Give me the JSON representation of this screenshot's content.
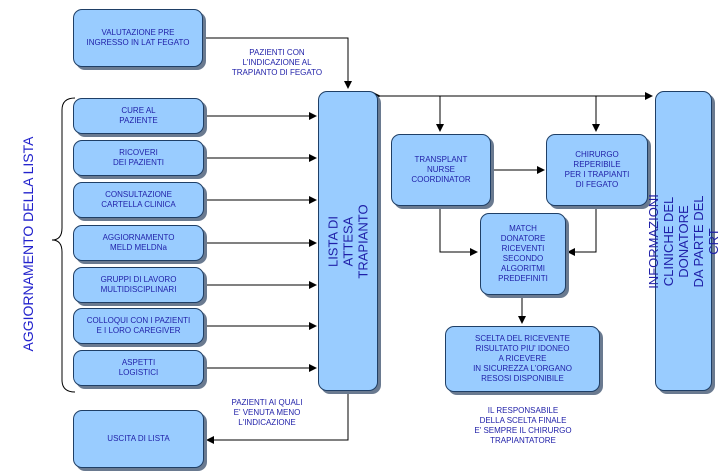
{
  "side_label": "AGGIORNAMENTO DELLA LISTA",
  "boxes": {
    "valutazione": "VALUTAZIONE  PRE\nINGRESSO IN LAT FEGATO",
    "cure": "CURE  AL\nPAZIENTE",
    "ricoveri": "RICOVERI\nDEI PAZIENTI",
    "consultazione": "CONSULTAZIONE\nCARTELLA CLINICA",
    "aggiornamento": "AGGIORNAMENTO\nMELD MELDNa",
    "gruppi": "GRUPPI DI LAVORO\nMULTIDISCIPLINARI",
    "colloqui": "COLLOQUI CON I PAZIENTI\nE I LORO CAREGIVER",
    "aspetti": "ASPETTI\nLOGISTICI",
    "uscita": "USCITA DI LISTA",
    "lista_attesa": "LISTA DI ATTESA TRAPIANTO",
    "transplant": "TRANSPLANT\nNURSE\nCOORDINATOR",
    "chirurgo": "CHIRURGO\nREPERIBILE\nPER I TRAPIANTI\nDI FEGATO",
    "match": "MATCH\nDONATORE\nRICEVENTI\nSECONDO\nALGORITMI\nPREDEFINITI",
    "scelta": "SCELTA DEL RICEVENTE\nRISULTATO PIU' IDONEO\nA RICEVERE\nIN SICUREZZA L'ORGANO\nRESOSI DISPONIBILE",
    "informazioni": "INFORMAZIONI\nCLINICHE  DEL DONATORE\nDA PARTE DEL CRT"
  },
  "notes": {
    "pazienti_con": "PAZIENTI CON\nL'INDICAZIONE AL\nTRAPIANTO DI FEGATO",
    "pazienti_ai_quali": "PAZIENTI AI QUALI\nE' VENUTA MENO\nL'INDICAZIONE",
    "responsabile": "IL RESPONSABILE\nDELLA SCELTA FINALE\nE' SEMPRE IL CHIRURGO\nTRAPIANTATORE"
  },
  "colors": {
    "box_fill": "#99ccff",
    "box_border": "#1f3f66",
    "text": "#1f1fa8",
    "line": "#000000"
  }
}
